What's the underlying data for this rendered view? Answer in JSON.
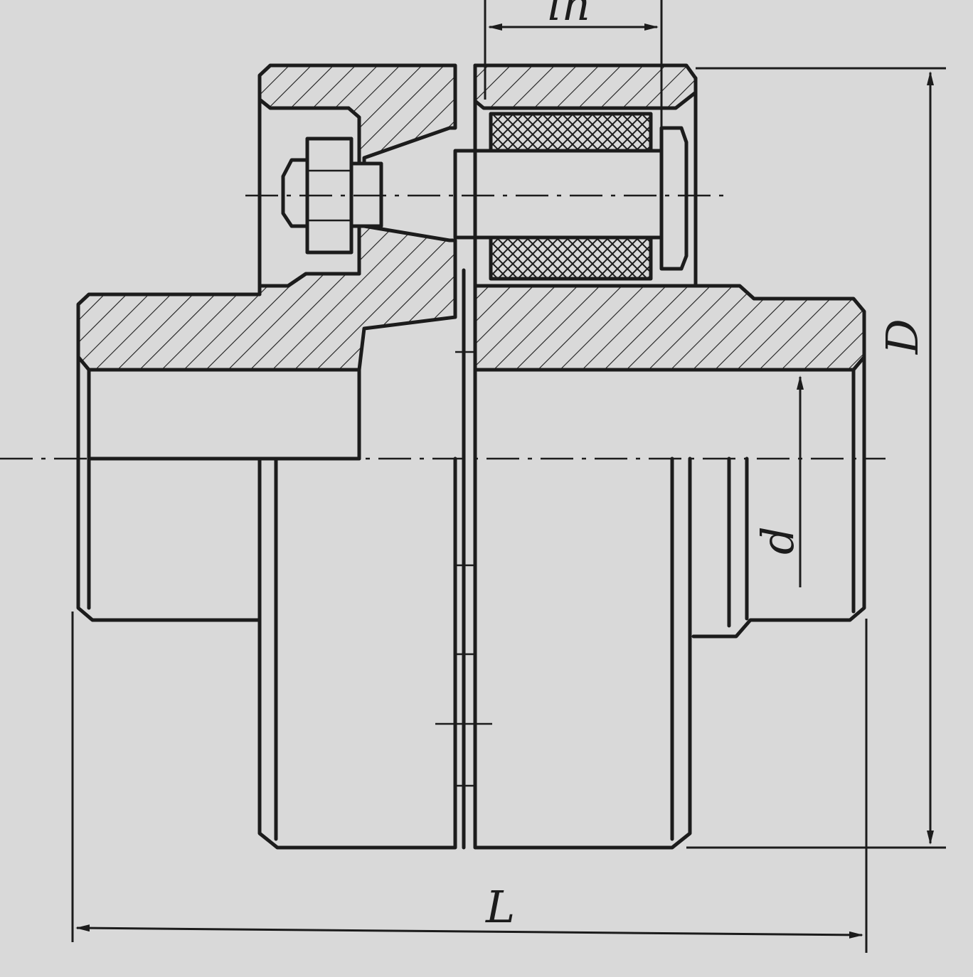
{
  "dimensions": {
    "top_label": "ln",
    "length_label": "L",
    "diameter_label": "D",
    "bore_label": "d"
  },
  "colors": {
    "paper": "#d9d9d9",
    "ink": "#1c1c1c"
  }
}
